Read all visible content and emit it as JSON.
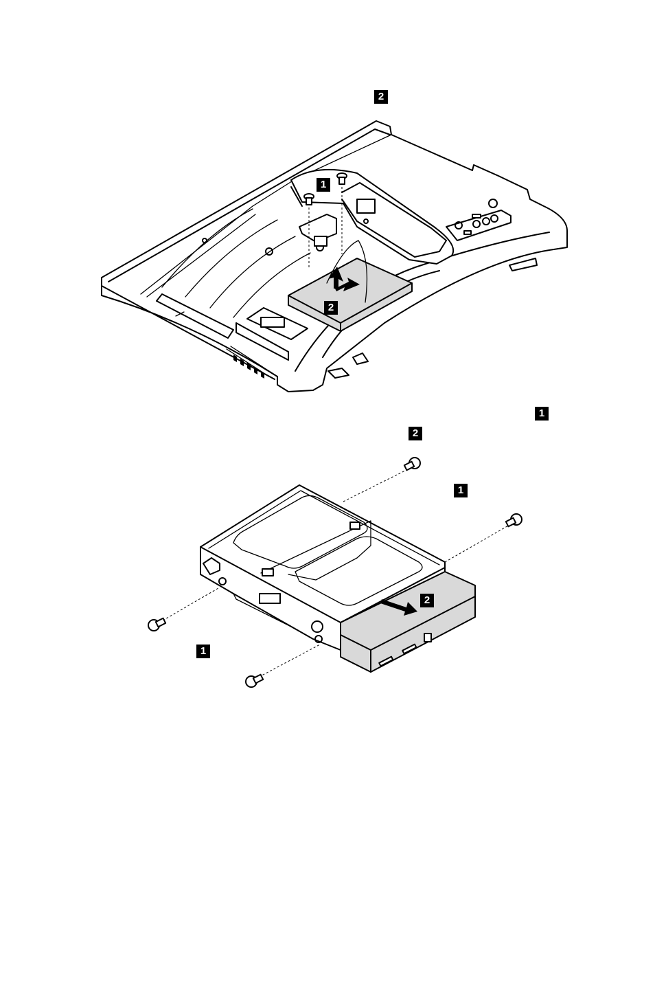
{
  "callouts": {
    "top_text_step2": "2",
    "fig1_step1": "1",
    "fig1_step2": "2",
    "mid_text_step1": "1",
    "mid_text_step2": "2",
    "fig2_step1_upper": "1",
    "fig2_step2": "2",
    "fig2_step1_lower": "1"
  },
  "colors": {
    "ink": "#000000",
    "drive_fill": "#d9d9d9",
    "paper": "#ffffff"
  }
}
